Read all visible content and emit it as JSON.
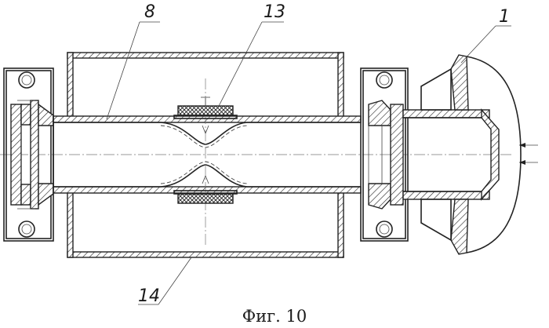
{
  "figure": {
    "caption": "Фиг. 10",
    "callouts": [
      {
        "id": "label-8",
        "text": "8"
      },
      {
        "id": "label-13",
        "text": "13"
      },
      {
        "id": "label-1",
        "text": "1"
      },
      {
        "id": "label-14",
        "text": "14"
      }
    ]
  }
}
